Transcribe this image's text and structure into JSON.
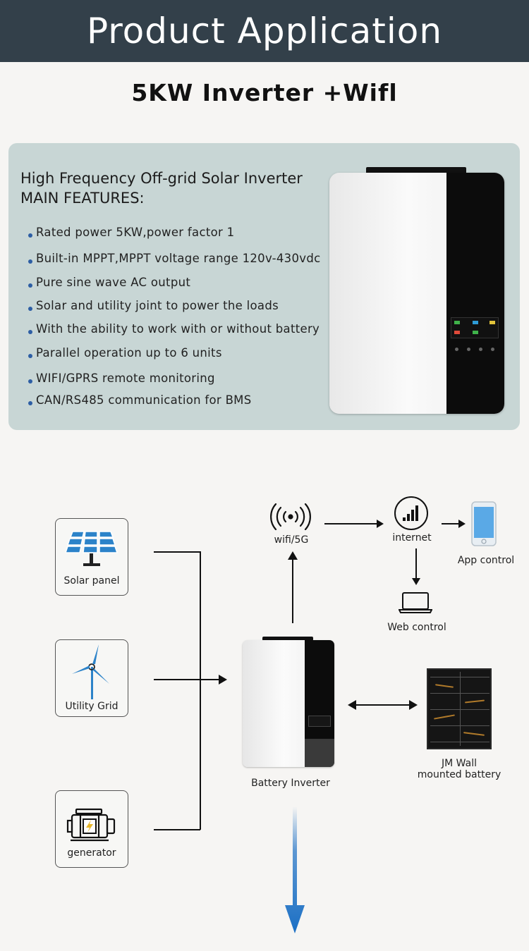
{
  "header": {
    "title": "Product Application"
  },
  "subtitle": "5KW Inverter +Wifl",
  "features": {
    "heading_line1": "High Frequency Off-grid Solar Inverter",
    "heading_line2": "MAIN FEATURES:",
    "items": [
      "Rated power 5KW,power factor 1",
      "Built-in MPPT,MPPT voltage range 120v-430vdc",
      "Pure sine wave AC output",
      "Solar and utility joint to power the loads",
      "With the ability to work with or without battery",
      "Parallel operation up to 6 units",
      "WIFI/GPRS remote monitoring",
      "CAN/RS485 communication for BMS"
    ]
  },
  "diagram": {
    "sources": [
      {
        "label": "Solar panel",
        "icon": "solar-panel-icon"
      },
      {
        "label": "Utility Grid",
        "icon": "wind-turbine-icon"
      },
      {
        "label": "generator",
        "icon": "generator-icon"
      }
    ],
    "wifi_label": "wifi/5G",
    "internet_label": "internet",
    "app_label": "App control",
    "web_label": "Web control",
    "inverter_label": "Battery Inverter",
    "battery_label_line1": "JM Wall",
    "battery_label_line2": "mounted battery"
  },
  "colors": {
    "header_bg": "#33404a",
    "card_bg": "#c8d6d5",
    "bullet": "#2d5ea4",
    "phone": "#5aa9e6",
    "output_arrow": "#1b6fc4"
  }
}
